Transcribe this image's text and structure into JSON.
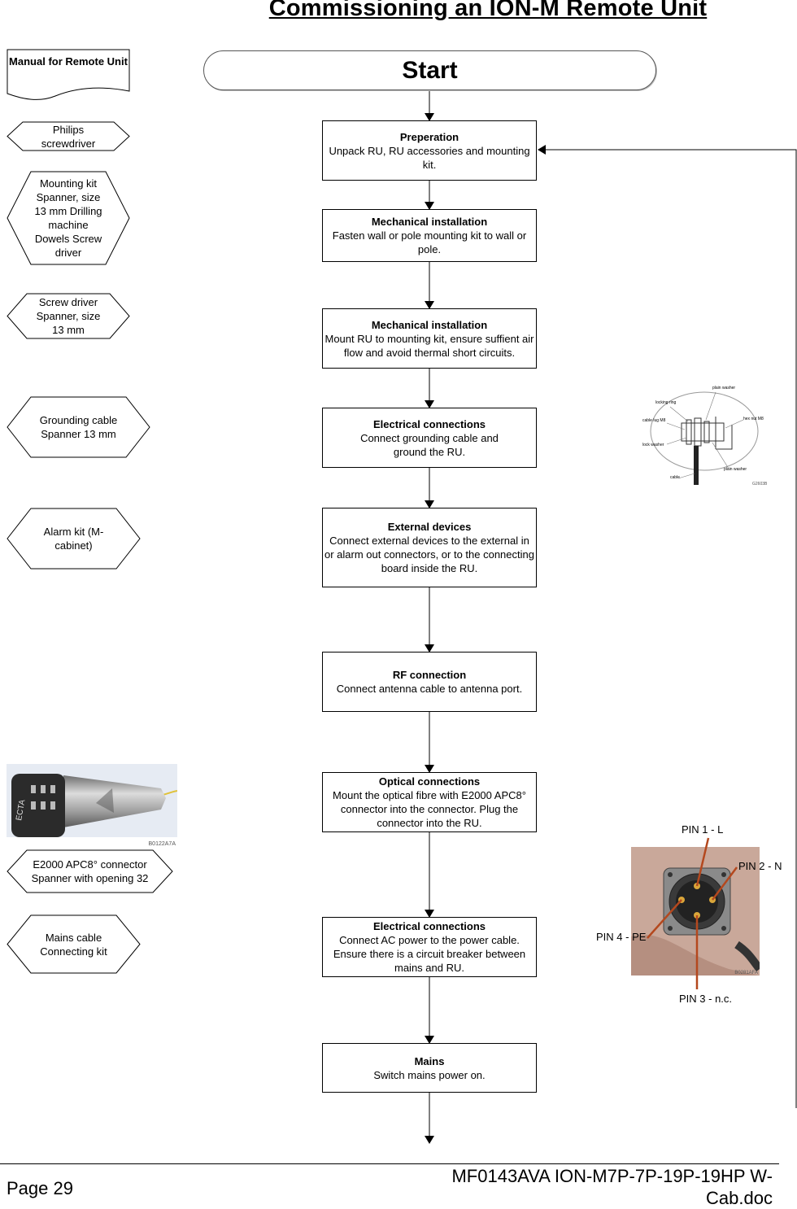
{
  "title": "Commissioning an ION-M Remote Unit",
  "start_label": "Start",
  "manual": "Manual  for Remote Unit",
  "steps": [
    {
      "title": "Preperation",
      "text": "Unpack RU, RU accessories and mounting kit."
    },
    {
      "title": "Mechanical installation",
      "text": "Fasten wall or pole mounting kit to wall or pole."
    },
    {
      "title": "Mechanical installation",
      "text": "Mount RU to mounting kit, ensure suffient air flow and avoid thermal short circuits."
    },
    {
      "title": "Electrical connections",
      "text": "Connect grounding cable and ground the RU."
    },
    {
      "title": "External devices",
      "text": "Connect external devices to the external in or alarm out connectors, or to the connecting board inside the RU."
    },
    {
      "title": "RF connection",
      "text": "Connect antenna cable to antenna port."
    },
    {
      "title": "Optical connections",
      "text": "Mount the optical fibre with E2000 APC8° connector into the connector. Plug the connector into the RU."
    },
    {
      "title": "Electrical connections",
      "text": "Connect AC power to the power cable. Ensure there is a circuit breaker between mains and RU."
    },
    {
      "title": "Mains",
      "text": "Switch mains power on."
    }
  ],
  "tools": [
    "Philips screwdriver",
    "Mounting kit Spanner, size 13 mm Drilling machine Dowels Screw driver",
    "Screw driver Spanner, size 13 mm",
    "Grounding cable Spanner 13 mm",
    "Alarm kit (M-cabinet)",
    "E2000 APC8° connector Spanner with opening 32",
    "Mains cable Connecting kit"
  ],
  "photo_codes": {
    "connector": "B0122A7A",
    "pins": "B0281AFA",
    "grounding": "G2603B"
  },
  "grounding_labels": [
    "plain washer",
    "locking ring",
    "cable lug M8",
    "hex nut M8",
    "lock washer",
    "plain washer",
    "cable"
  ],
  "pins": [
    "PIN 1 - L",
    "PIN 2 - N",
    "PIN 3 - n.c.",
    "PIN 4 - PE"
  ],
  "footer": {
    "page": "Page 29",
    "doc": "MF0143AVA ION-M7P-7P-19P-19HP W-Cab.doc"
  }
}
